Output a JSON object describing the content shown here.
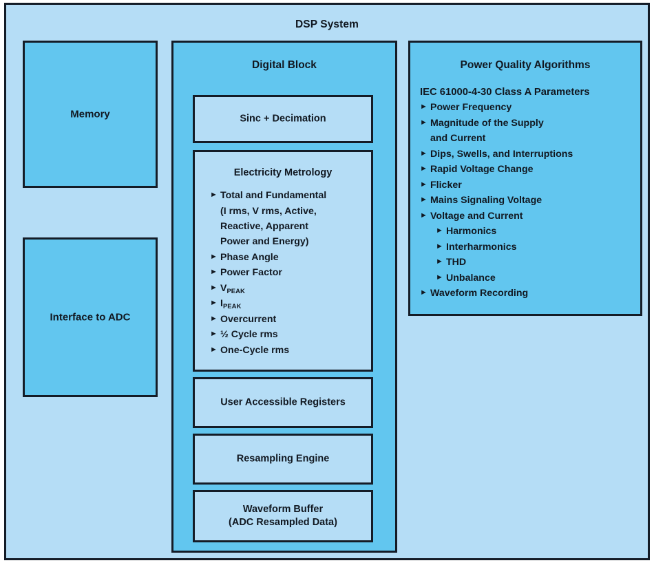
{
  "diagram": {
    "title": "DSP System",
    "colors": {
      "canvas_bg": "#b5ddf6",
      "block_bg": "#62c6ef",
      "inner_box_bg": "#b5ddf6",
      "stroke": "#141c27",
      "text": "#111821"
    }
  },
  "left_column": {
    "memory": {
      "label": "Memory"
    },
    "adc_interface": {
      "label": "Interface to ADC"
    }
  },
  "digital_block": {
    "title": "Digital Block",
    "sinc": {
      "label": "Sinc + Decimation"
    },
    "metrology": {
      "title": "Electricity Metrology",
      "items": [
        {
          "text": "Total and Fundamental",
          "bullet": true,
          "level": 0
        },
        {
          "text": "(I rms, V rms, Active,",
          "bullet": false,
          "level": 0
        },
        {
          "text": "Reactive, Apparent",
          "bullet": false,
          "level": 0
        },
        {
          "text": "Power and Energy)",
          "bullet": false,
          "level": 0
        },
        {
          "text": "Phase Angle",
          "bullet": true,
          "level": 0
        },
        {
          "text": "Power Factor",
          "bullet": true,
          "level": 0
        },
        {
          "text": "V",
          "subscript": "PEAK",
          "bullet": true,
          "level": 0
        },
        {
          "text": "I",
          "subscript": "PEAK",
          "bullet": true,
          "level": 0
        },
        {
          "text": "Overcurrent",
          "bullet": true,
          "level": 0
        },
        {
          "text": "½ Cycle rms",
          "bullet": true,
          "level": 0
        },
        {
          "text": "One-Cycle rms",
          "bullet": true,
          "level": 0
        }
      ]
    },
    "registers": {
      "label": "User Accessible Registers"
    },
    "resampling": {
      "label": "Resampling Engine"
    },
    "waveform_buffer": {
      "line1": "Waveform Buffer",
      "line2": "(ADC Resampled Data)"
    }
  },
  "power_quality": {
    "title": "Power Quality Algorithms",
    "heading": "IEC 61000-4-30 Class A Parameters",
    "items": [
      {
        "text": "Power Frequency",
        "bullet": true,
        "level": 0
      },
      {
        "text": "Magnitude of the Supply",
        "bullet": true,
        "level": 0
      },
      {
        "text": "and Current",
        "bullet": false,
        "level": 0
      },
      {
        "text": "Dips, Swells, and Interruptions",
        "bullet": true,
        "level": 0
      },
      {
        "text": "Rapid Voltage Change",
        "bullet": true,
        "level": 0
      },
      {
        "text": "Flicker",
        "bullet": true,
        "level": 0
      },
      {
        "text": "Mains Signaling Voltage",
        "bullet": true,
        "level": 0
      },
      {
        "text": "Voltage and Current",
        "bullet": true,
        "level": 0
      },
      {
        "text": "Harmonics",
        "bullet": true,
        "level": 1
      },
      {
        "text": "Interharmonics",
        "bullet": true,
        "level": 1
      },
      {
        "text": "THD",
        "bullet": true,
        "level": 1
      },
      {
        "text": "Unbalance",
        "bullet": true,
        "level": 1
      },
      {
        "text": "Waveform Recording",
        "bullet": true,
        "level": 0
      }
    ]
  },
  "icons": {
    "bullet": "►"
  }
}
